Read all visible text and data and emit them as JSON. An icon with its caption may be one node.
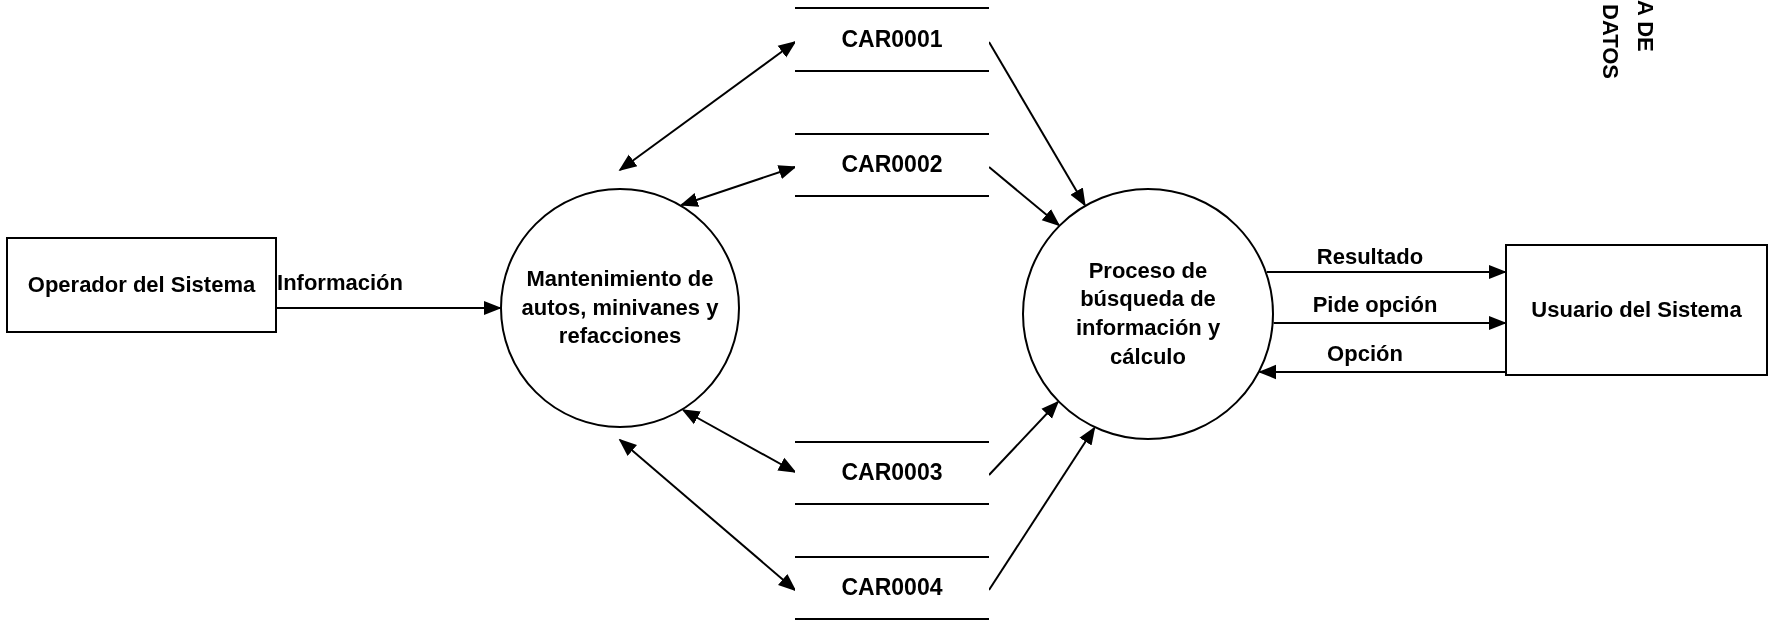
{
  "diagram": {
    "nodes": [
      {
        "text": [
          "Operador del Sistema"
        ]
      },
      {
        "text": [
          "Mantenimiento de autos, minivanes y refacciones"
        ]
      },
      {
        "text": [
          "CAR0001"
        ]
      },
      {
        "text": [
          "CAR0002"
        ]
      },
      {
        "text": [
          "CAR0003"
        ]
      },
      {
        "text": [
          "CAR0004"
        ]
      },
      {
        "text": [
          "Proceso de búsqueda de información y cálculo"
        ]
      },
      {
        "text": [
          "Usuario del Sistema"
        ]
      }
    ],
    "edges": [
      {
        "from": 0,
        "to": 1,
        "arrow": "to",
        "label": "Información"
      },
      {
        "from": 1,
        "to": 2,
        "arrow": "both"
      },
      {
        "from": 1,
        "to": 3,
        "arrow": "both"
      },
      {
        "from": 1,
        "to": 4,
        "arrow": "both"
      },
      {
        "from": 1,
        "to": 5,
        "arrow": "both"
      },
      {
        "from": 2,
        "to": 6,
        "arrow": "to"
      },
      {
        "from": 3,
        "to": 6,
        "arrow": "to"
      },
      {
        "from": 4,
        "to": 6,
        "arrow": "to"
      },
      {
        "from": 5,
        "to": 6,
        "arrow": "to"
      },
      {
        "from": 6,
        "to": 7,
        "arrow": "to",
        "label": "Resultado"
      },
      {
        "from": 6,
        "to": 7,
        "arrow": "to",
        "label": "Pide opción"
      },
      {
        "from": 7,
        "to": 6,
        "arrow": "to",
        "label": "Opción"
      }
    ],
    "labels": [
      "A DE",
      "DATOS"
    ]
  }
}
